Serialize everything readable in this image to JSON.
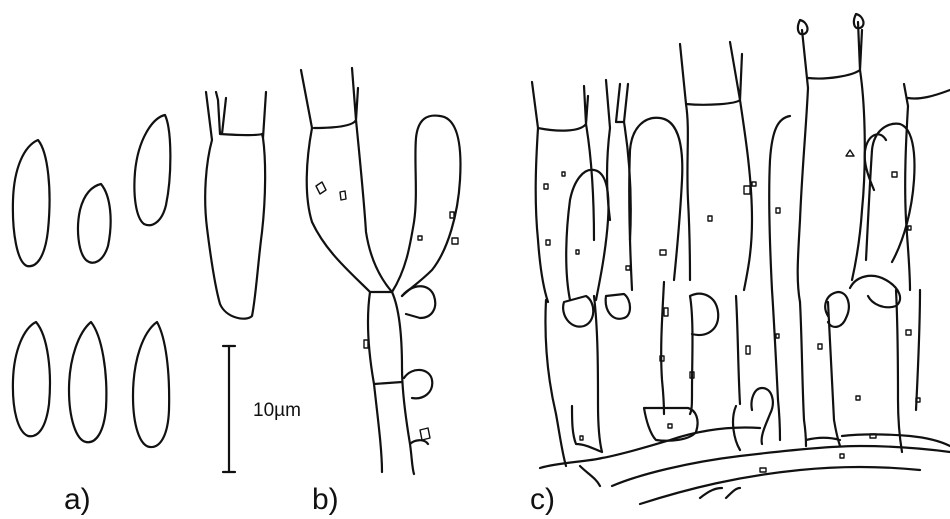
{
  "panels": {
    "a": {
      "label": "a)"
    },
    "b": {
      "label": "b)"
    },
    "c": {
      "label": "c)"
    }
  },
  "scale_bar": {
    "label": "10µm"
  }
}
